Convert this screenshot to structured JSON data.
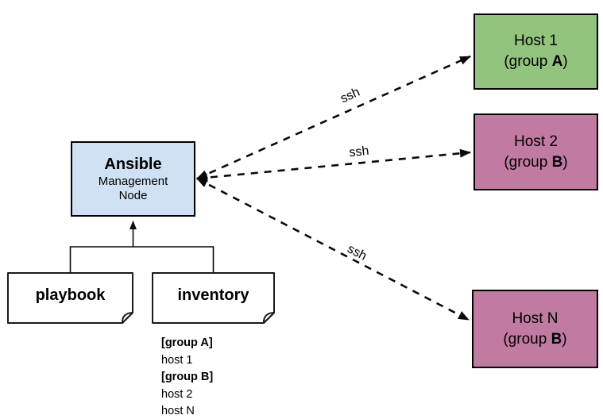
{
  "diagram": {
    "management_node": {
      "title": "Ansible",
      "subtitle": "Management Node"
    },
    "documents": [
      {
        "label": "playbook"
      },
      {
        "label": "inventory"
      }
    ],
    "hosts": [
      {
        "name": "Host 1",
        "group_prefix": "(group ",
        "group_letter": "A",
        "group_suffix": ")",
        "fill": "#93c47d"
      },
      {
        "name": "Host 2",
        "group_prefix": "(group ",
        "group_letter": "B",
        "group_suffix": ")",
        "fill": "#c27ba0"
      },
      {
        "name": "Host N",
        "group_prefix": "(group ",
        "group_letter": "B",
        "group_suffix": ")",
        "fill": "#c27ba0"
      }
    ],
    "edges": [
      {
        "label": "ssh"
      },
      {
        "label": "ssh"
      },
      {
        "label": "ssh"
      }
    ],
    "inventory_listing": {
      "lines": [
        "[group A]",
        "host 1",
        "[group B]",
        "host 2",
        "host N"
      ]
    },
    "colors": {
      "management_node_fill": "#cfe2f3",
      "host_group_a_fill": "#93c47d",
      "host_group_b_fill": "#c27ba0",
      "line": "#0a0a0a",
      "background": "#ffffff"
    }
  }
}
